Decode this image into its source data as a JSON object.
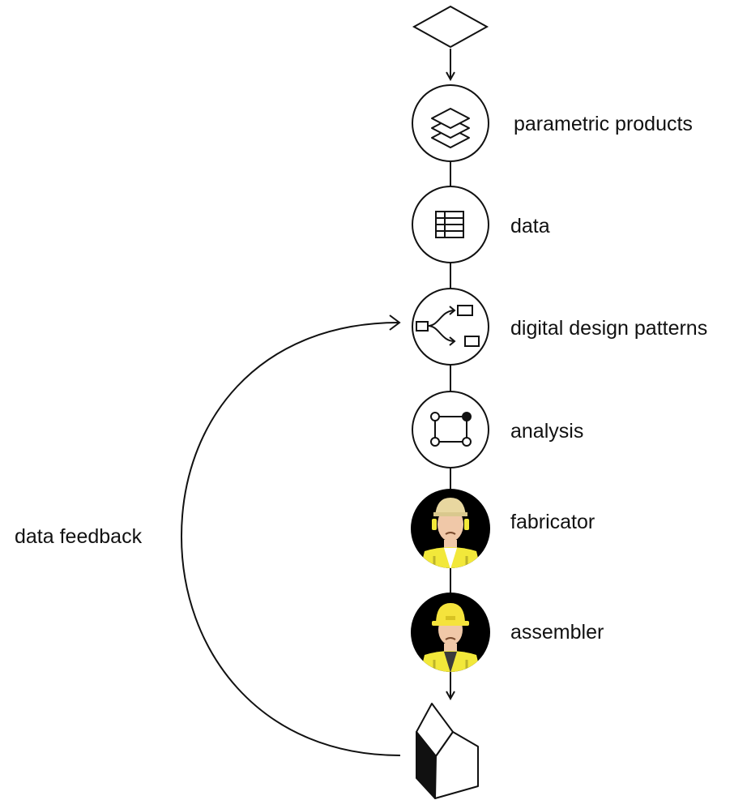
{
  "colors": {
    "stroke": "#111111",
    "background": "#ffffff",
    "avatar_bg": "#000000",
    "vest": "#f2e83a",
    "helmet_fabricator": "#e8d7a0",
    "helmet_assembler": "#f5e33c",
    "skin": "#f0c8a8"
  },
  "diagram": {
    "start_shape": "diamond",
    "end_shape": "building-block",
    "nodes": [
      {
        "id": "parametric-products",
        "label": "parametric products",
        "icon": "layers-icon"
      },
      {
        "id": "data",
        "label": "data",
        "icon": "table-icon"
      },
      {
        "id": "digital-design-patterns",
        "label": "digital design patterns",
        "icon": "flow-branch-icon"
      },
      {
        "id": "analysis",
        "label": "analysis",
        "icon": "nodes-square-icon"
      },
      {
        "id": "fabricator",
        "label": "fabricator",
        "icon": "fabricator-avatar-icon"
      },
      {
        "id": "assembler",
        "label": "assembler",
        "icon": "assembler-avatar-icon"
      }
    ],
    "feedback": {
      "label": "data feedback",
      "from": "end_shape",
      "to": "digital-design-patterns"
    }
  }
}
